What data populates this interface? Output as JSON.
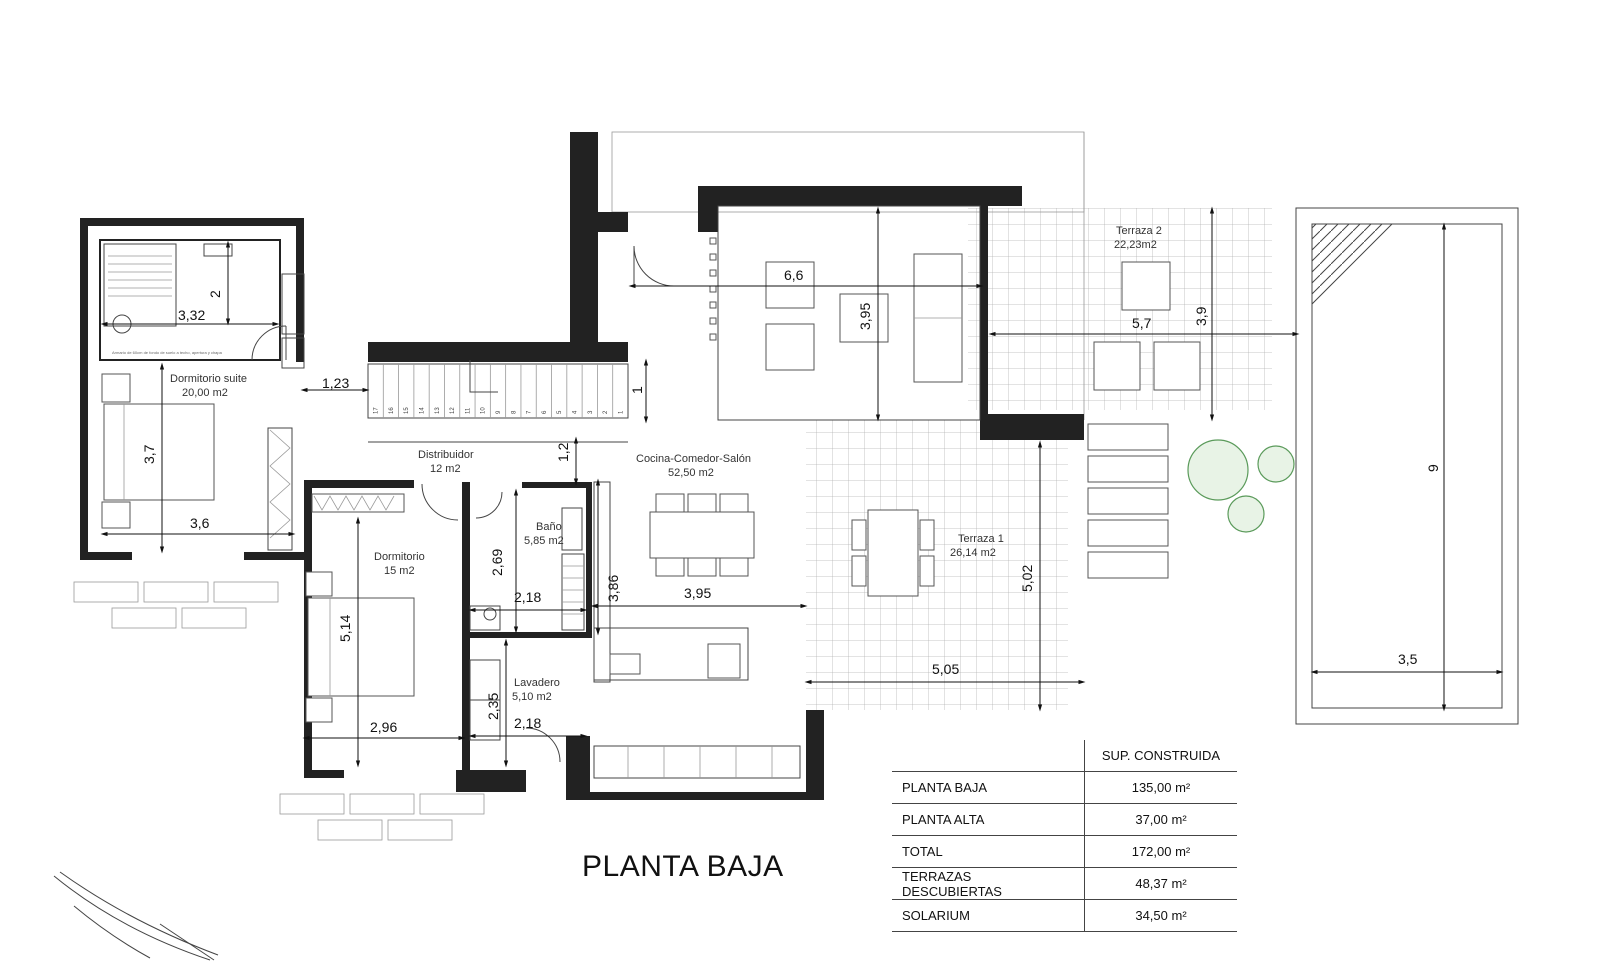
{
  "plan": {
    "title": "PLANTA BAJA",
    "rooms": {
      "suite": {
        "name": "Dormitorio suite",
        "area": "20,00 m2"
      },
      "distribuidor": {
        "name": "Distribuidor",
        "area": "12 m2"
      },
      "cocina": {
        "name": "Cocina-Comedor-Salón",
        "area": "52,50 m2"
      },
      "bano": {
        "name": "Baño",
        "area": "5,85 m2"
      },
      "dormitorio": {
        "name": "Dormitorio",
        "area": "15 m2"
      },
      "lavadero": {
        "name": "Lavadero",
        "area": "5,10 m2"
      },
      "terraza1": {
        "name": "Terraza 1",
        "area": "26,14 m2"
      },
      "terraza2": {
        "name": "Terraza 2",
        "area": "22,23m2"
      }
    },
    "dimensions": {
      "d_2": "2",
      "d_3_32": "3,32",
      "d_1_23": "1,23",
      "d_3_7": "3,7",
      "d_3_6": "3,6",
      "d_6_6": "6,6",
      "d_3_95_salon": "3,95",
      "d_1": "1",
      "d_1_2": "1,2",
      "d_5_7": "5,7",
      "d_3_9": "3,9",
      "d_9": "9",
      "d_3_5": "3,5",
      "d_5_14": "5,14",
      "d_2_96": "2,96",
      "d_2_69": "2,69",
      "d_2_18_bano": "2,18",
      "d_3_86": "3,86",
      "d_3_95_cocina": "3,95",
      "d_2_35": "2,35",
      "d_2_18_lav": "2,18",
      "d_5_02": "5,02",
      "d_5_05": "5,05"
    },
    "stairs": [
      "17",
      "16",
      "15",
      "14",
      "13",
      "12",
      "11",
      "10",
      "9",
      "8",
      "7",
      "6",
      "5",
      "4",
      "3",
      "2",
      "1"
    ],
    "tiny_note": "Armario de 60cm de fondo de suelo a techo, apertura y chapa"
  },
  "areas_table": {
    "header": "SUP. CONSTRUIDA",
    "rows": [
      {
        "label": "PLANTA BAJA",
        "value": "135,00 m²"
      },
      {
        "label": "PLANTA ALTA",
        "value": "37,00 m²"
      },
      {
        "label": "TOTAL",
        "value": "172,00 m²"
      },
      {
        "label": "TERRAZAS DESCUBIERTAS",
        "value": "48,37 m²"
      },
      {
        "label": "SOLARIUM",
        "value": "34,50 m²"
      }
    ]
  }
}
